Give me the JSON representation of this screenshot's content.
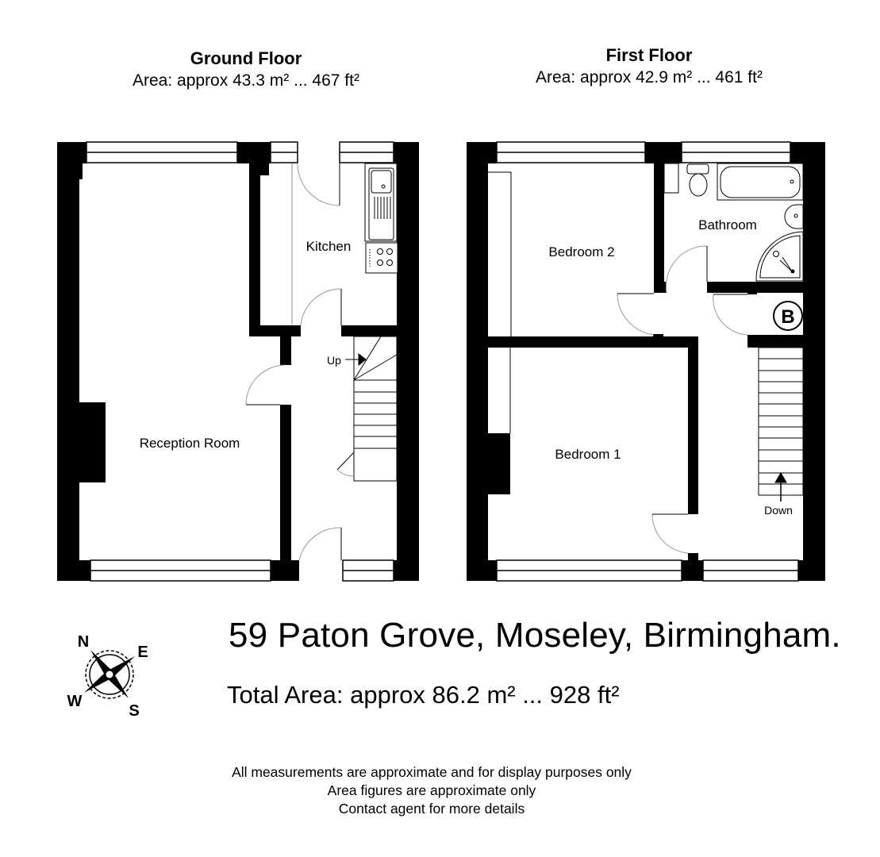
{
  "ground_floor": {
    "title": "Ground Floor",
    "area": "Area: approx 43.3 m² ... 467 ft²",
    "rooms": {
      "reception": "Reception Room",
      "kitchen": "Kitchen"
    },
    "stairs_label": "Up"
  },
  "first_floor": {
    "title": "First Floor",
    "area": "Area: approx 42.9 m² ... 461 ft²",
    "rooms": {
      "bedroom2": "Bedroom 2",
      "bathroom": "Bathroom",
      "bedroom1": "Bedroom 1"
    },
    "boiler_label": "B",
    "stairs_label": "Down"
  },
  "compass": {
    "n": "N",
    "e": "E",
    "s": "S",
    "w": "W"
  },
  "address": "59 Paton Grove, Moseley, Birmingham.",
  "total_area": "Total Area: approx 86.2 m² ... 928 ft²",
  "disclaimer": [
    "All measurements are approximate and for display purposes only",
    "Area figures are approximate only",
    "Contact agent for more details"
  ],
  "colors": {
    "wall": "#000000",
    "background": "#ffffff",
    "door_arc": "#888888"
  }
}
